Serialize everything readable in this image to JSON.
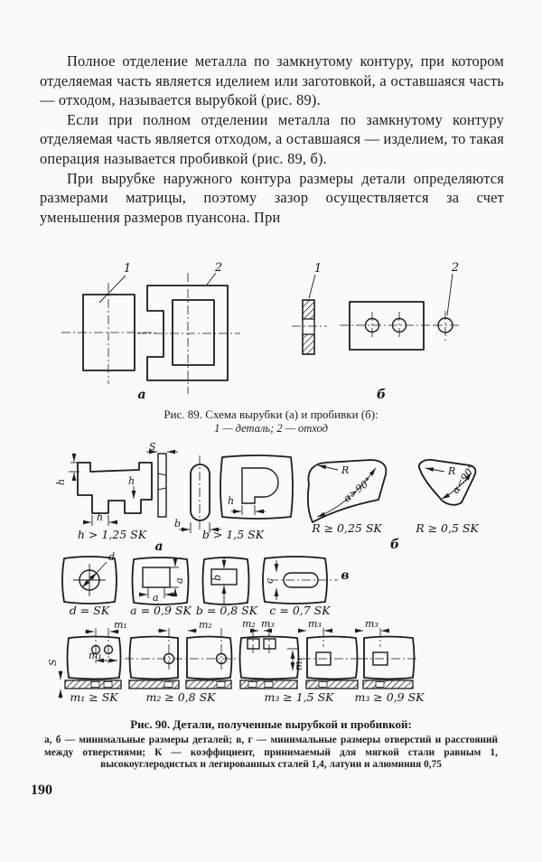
{
  "page": {
    "number": "190"
  },
  "body": {
    "paragraphs": {
      "p1": "Полное отделение металла по замкнутому контуру, при котором отделяемая часть является иделием или заготовкой, а оставшаяся часть — отходом, называется вырубкой (рис. 89).",
      "p2": "Если при полном отделении металла по замкнутому контуру отделяемая часть является отходом, а оставшаяся — изделием, то такая операция называется пробивкой (рис. 89, б).",
      "p3": "При вырубке наружного контура размеры детали определяются размерами матрицы, поэтому зазор осуществляется за счет уменьшения размеров пуансона. При"
    }
  },
  "fig89": {
    "caption_title": "Рис. 89. Схема вырубки (а) и пробивки (б):",
    "caption_legend": "1 — деталь; 2 — отход",
    "callout_1": "1",
    "callout_2": "2",
    "sublabel_a": "а",
    "sublabel_b": "б"
  },
  "fig90": {
    "caption_title": "Рис. 90. Детали, полученные вырубкой и пробивкой:",
    "caption_legend": "а, б — минимальные размеры деталей; в, г — минимальные размеры отверстий и расстояний между отверстиями; К — коэффициент, принимаемый для мягкой стали равным 1, высокоуглеродистых и легированных сталей 1,4, латуни и алюминия 0,75",
    "sublabel_a": "а",
    "sublabel_b": "б",
    "sublabel_v": "в",
    "angle_gt": "α>90°",
    "angle_lt": "α<90°",
    "dims": {
      "h": "h",
      "s": "S",
      "b": "b",
      "r": "R",
      "d": "d",
      "a": "a",
      "c": "c",
      "m1": "m₁",
      "m2": "m₂",
      "m3": "m₃"
    },
    "limits": {
      "h": "h > 1,25 SK",
      "b": "b > 1,5 SK",
      "r1": "R ≥ 0,25 SK",
      "r2": "R ≥ 0,5 SK",
      "d": "d = SK",
      "a": "a = 0,9 SK",
      "b2": "b = 0,8 SK",
      "c": "c = 0,7 SK",
      "m1": "m₁ ≥ SK",
      "m2": "m₂ ≥ 0,8 SK",
      "m3a": "m₃ ≥ 1,5 SK",
      "m3b": "m₃ ≥ 0,9 SK"
    }
  }
}
